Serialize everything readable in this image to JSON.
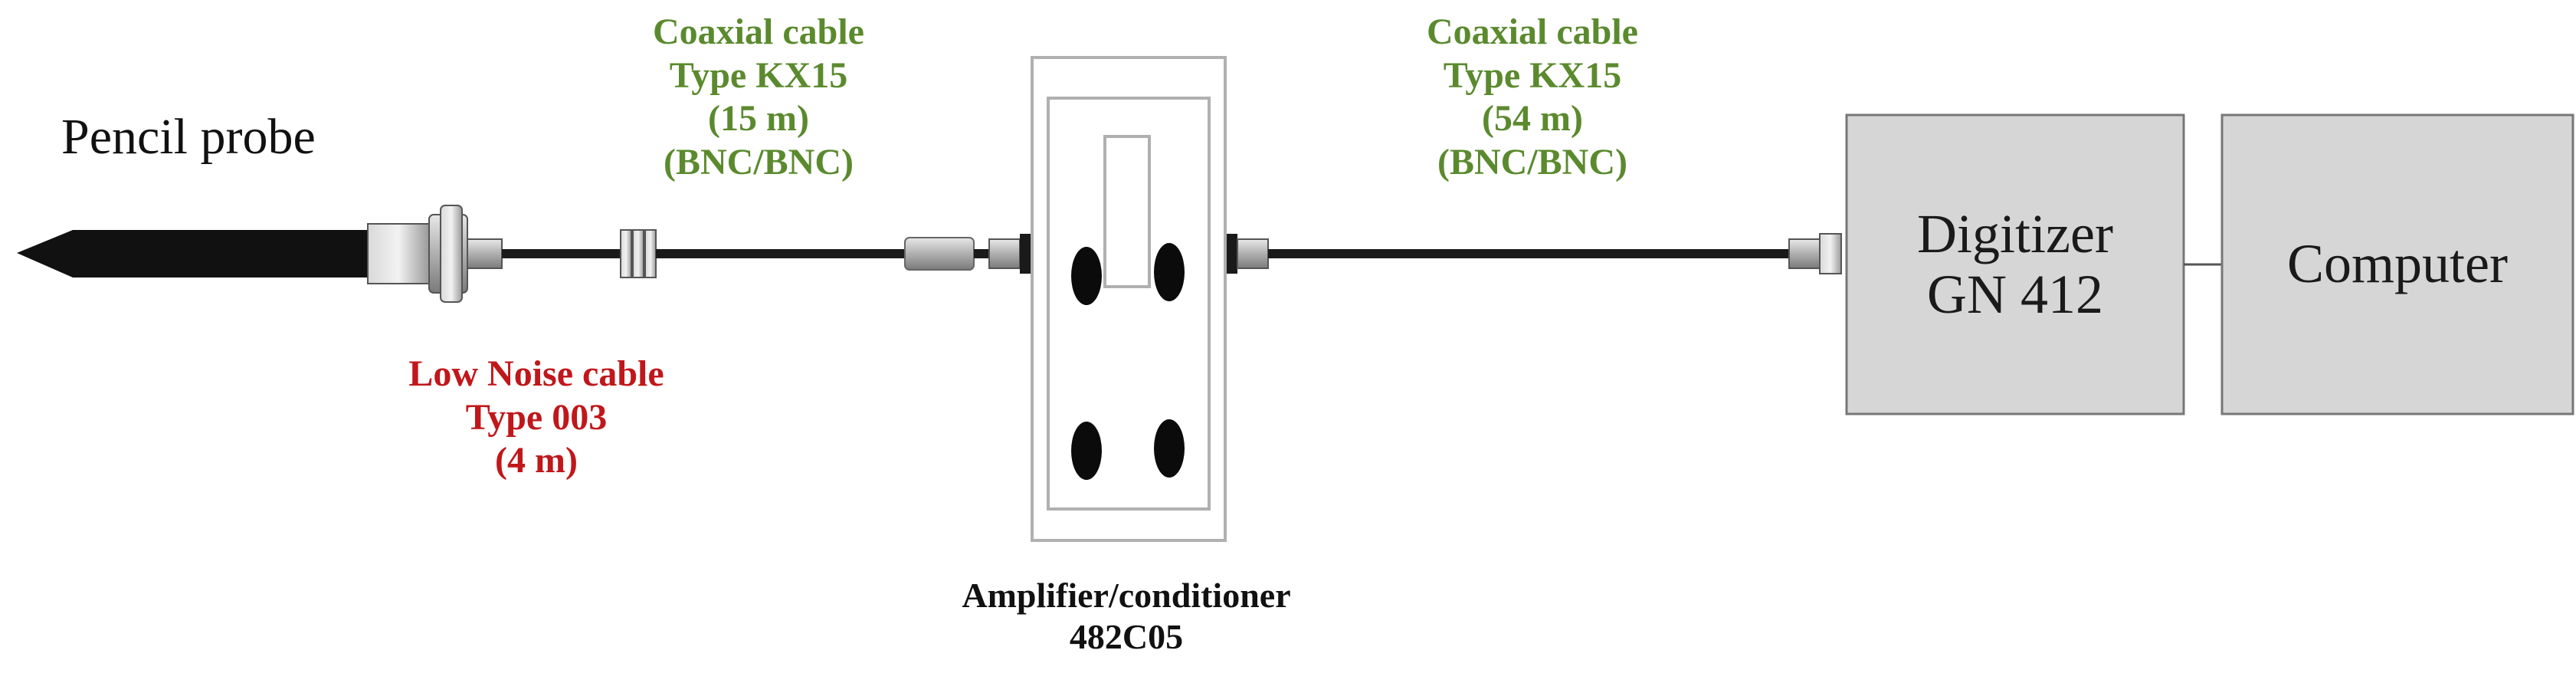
{
  "labels": {
    "pencil_probe": "Pencil probe",
    "coax_left": [
      "Coaxial cable",
      "Type KX15",
      "(15 m)",
      "(BNC/BNC)"
    ],
    "coax_right": [
      "Coaxial cable",
      "Type KX15",
      "(54 m)",
      "(BNC/BNC)"
    ],
    "low_noise": [
      "Low Noise cable",
      "Type 003",
      "(4 m)"
    ],
    "amplifier": [
      "Amplifier/conditioner",
      "482C05"
    ]
  },
  "boxes": {
    "digitizer": [
      "Digitizer",
      "GN 412"
    ],
    "computer": "Computer"
  },
  "colors": {
    "cable_label": "#5b8a2e",
    "low_noise_label": "#c0171b",
    "box_fill": "#d6d6d6",
    "cable": "#1a1a1a",
    "probe": "#111111"
  }
}
